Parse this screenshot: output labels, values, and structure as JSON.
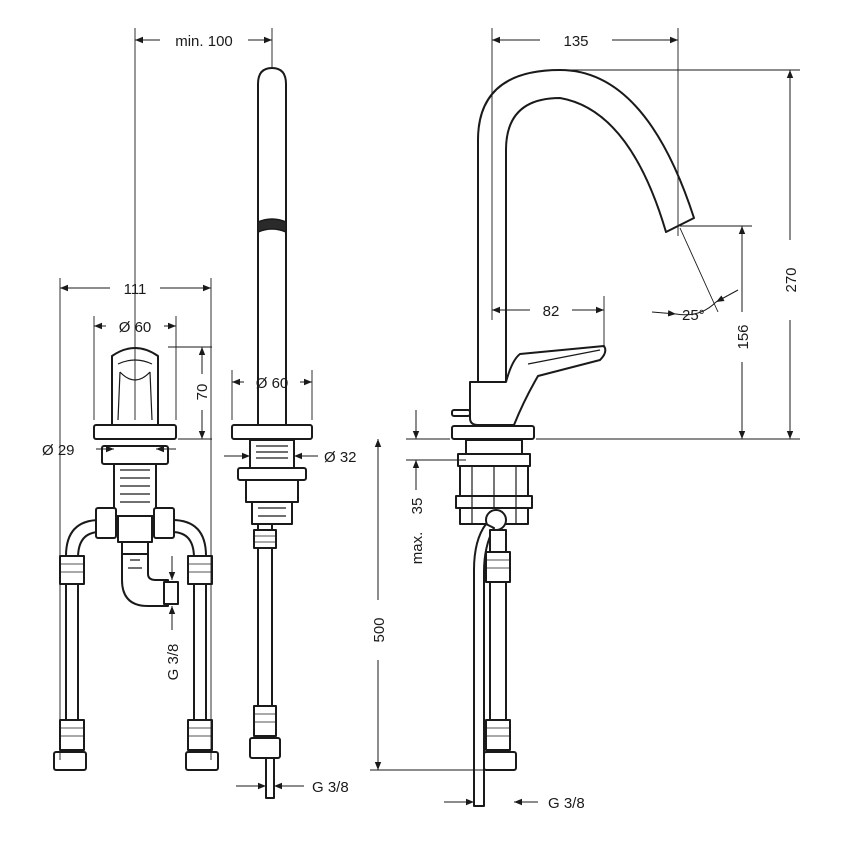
{
  "dimensions": {
    "min_100": "min. 100",
    "d111": "111",
    "dia60_left": "Ø 60",
    "d70": "70",
    "dia29": "Ø 29",
    "g38_left": "G 3/8",
    "dia60_mid": "Ø 60",
    "dia32": "Ø 32",
    "g38_mid": "G 3/8",
    "d135": "135",
    "d270": "270",
    "d82": "82",
    "deg25": "25°",
    "d156": "156",
    "max": "max.",
    "d35": "35",
    "d500": "500",
    "g38_right": "G 3/8"
  },
  "colors": {
    "line": "#1a1a1a",
    "background": "#ffffff"
  }
}
